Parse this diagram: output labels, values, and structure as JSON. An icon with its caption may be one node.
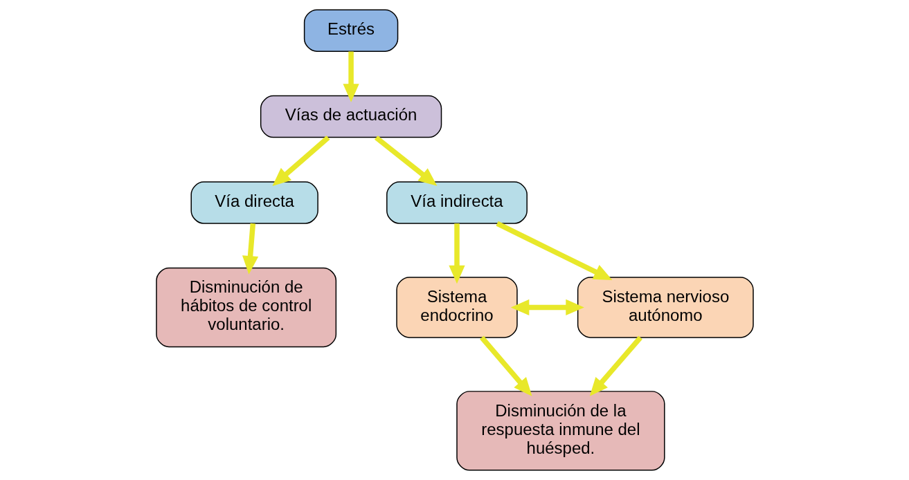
{
  "diagram": {
    "nodes": [
      {
        "text": [
          "Estrés"
        ]
      },
      {
        "text": [
          "Vías de actuación"
        ]
      },
      {
        "text": [
          "Vía directa"
        ]
      },
      {
        "text": [
          "Vía indirecta"
        ]
      },
      {
        "text": [
          "Disminución de hábitos de control voluntario."
        ]
      },
      {
        "text": [
          "Sistema endocrino"
        ]
      },
      {
        "text": [
          "Sistema nervioso autónomo"
        ]
      },
      {
        "text": [
          "Disminución de la respuesta inmune del huésped."
        ]
      }
    ],
    "edges": [
      {
        "from": 0,
        "to": 1,
        "arrow": "to"
      },
      {
        "from": 1,
        "to": 2,
        "arrow": "to"
      },
      {
        "from": 1,
        "to": 3,
        "arrow": "to"
      },
      {
        "from": 2,
        "to": 4,
        "arrow": "to"
      },
      {
        "from": 3,
        "to": 5,
        "arrow": "to"
      },
      {
        "from": 3,
        "to": 6,
        "arrow": "to"
      },
      {
        "from": 5,
        "to": 6,
        "arrow": "both"
      },
      {
        "from": 5,
        "to": 7,
        "arrow": "to"
      },
      {
        "from": 6,
        "to": 7,
        "arrow": "to"
      }
    ]
  }
}
